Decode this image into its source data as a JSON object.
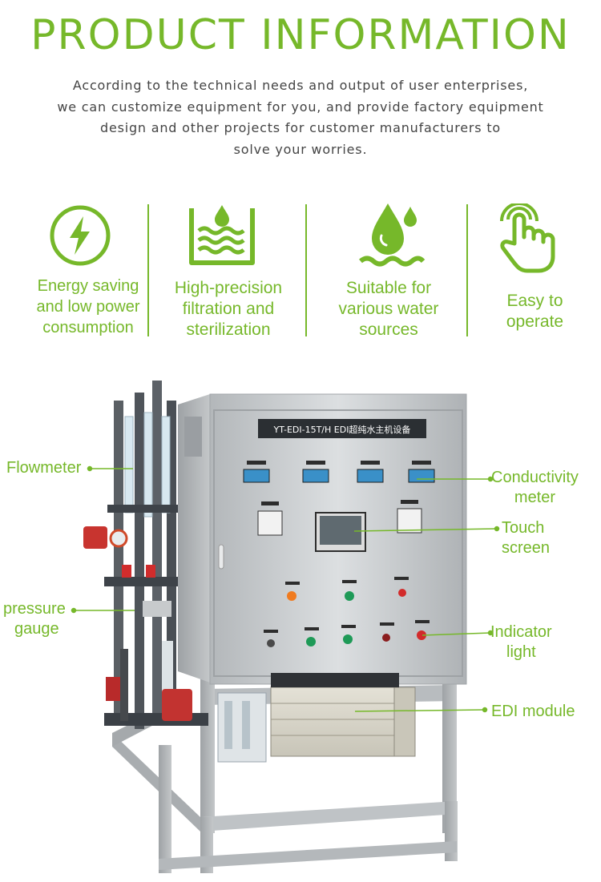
{
  "header": {
    "title": "PRODUCT INFORMATION",
    "intro": [
      "According to the technical needs and output of user enterprises,",
      "we can customize equipment for you, and provide factory equipment",
      "design and other projects for customer manufacturers to",
      "solve your worries."
    ]
  },
  "features": [
    {
      "icon": "lightning-bolt-icon",
      "lines": [
        "Energy saving",
        "and low power",
        "consumption"
      ]
    },
    {
      "icon": "water-filter-icon",
      "lines": [
        "High-precision",
        "filtration and",
        "sterilization"
      ]
    },
    {
      "icon": "water-drops-icon",
      "lines": [
        "Suitable for",
        "various water",
        "sources"
      ]
    },
    {
      "icon": "hand-pointer-icon",
      "lines": [
        "Easy to",
        "operate"
      ]
    }
  ],
  "machine": {
    "nameplate": "YT-EDI-15T/H EDI超纯水主机设备"
  },
  "callouts": {
    "flowmeter": [
      "Flowmeter"
    ],
    "pressure_gauge": [
      "pressure",
      "gauge"
    ],
    "conductivity_meter": [
      "Conductivity",
      "meter"
    ],
    "touch_screen": [
      "Touch",
      "screen"
    ],
    "indicator_light": [
      "Indicator",
      "light"
    ],
    "edi_module": [
      "EDI module"
    ]
  },
  "colors": {
    "accent_green": "#76b82a",
    "body_text": "#444444",
    "steel": "#c9ccce"
  }
}
